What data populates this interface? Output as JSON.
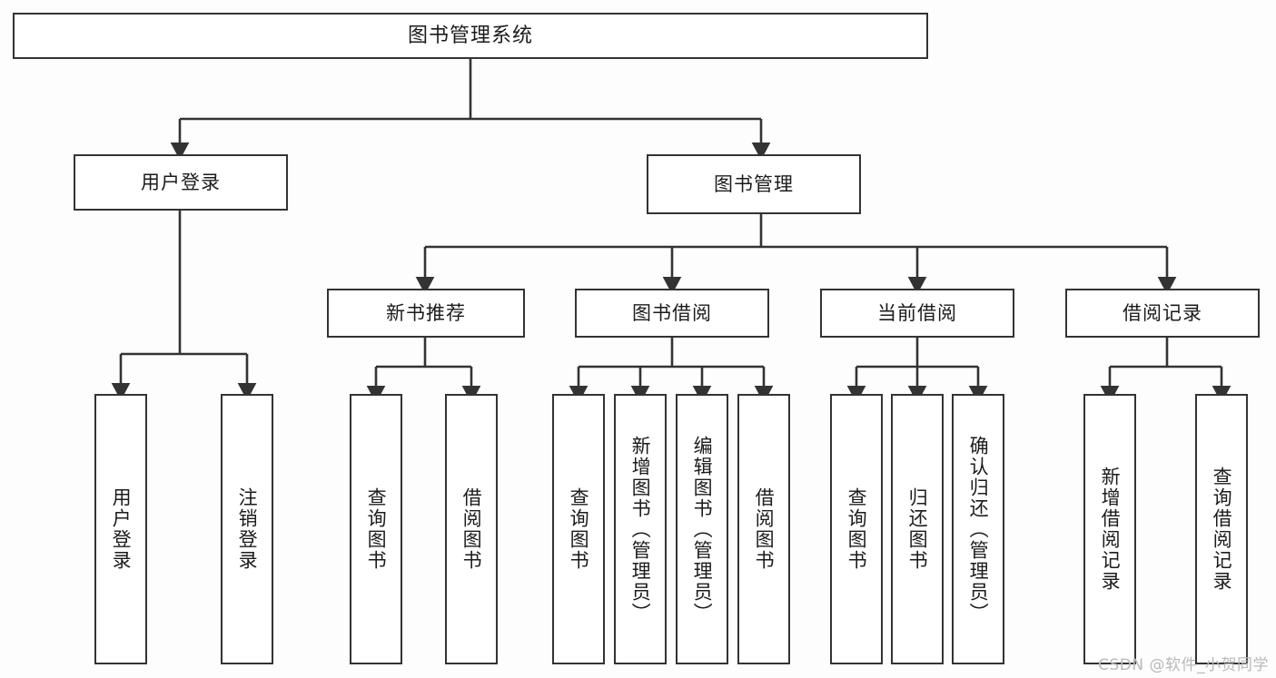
{
  "diagram": {
    "type": "tree",
    "title": "图书管理系统",
    "orientation": "top-down",
    "colors": {
      "background": "#fdfdfd",
      "node_fill": "#ffffff",
      "stroke": "#333333",
      "text": "#1b1b1b",
      "watermark": "#b9b9b9"
    },
    "nodes": {
      "root": {
        "label": "图书管理系统"
      },
      "level1": [
        {
          "id": "user-login",
          "label": "用户登录"
        },
        {
          "id": "book-management",
          "label": "图书管理"
        }
      ],
      "level2": [
        {
          "id": "new-book-recommend",
          "label": "新书推荐"
        },
        {
          "id": "book-borrow",
          "label": "图书借阅"
        },
        {
          "id": "current-borrow",
          "label": "当前借阅"
        },
        {
          "id": "borrow-record",
          "label": "借阅记录"
        }
      ],
      "leaves": {
        "user_login": [
          {
            "id": "leaf-user-login",
            "label": "用户登录"
          },
          {
            "id": "leaf-logout-login",
            "label": "注销登录"
          }
        ],
        "new_book_recommend": [
          {
            "id": "leaf-query-book-1",
            "label": "查询图书"
          },
          {
            "id": "leaf-borrow-book-1",
            "label": "借阅图书"
          }
        ],
        "book_borrow": [
          {
            "id": "leaf-query-book-2",
            "label": "查询图书"
          },
          {
            "id": "leaf-add-book",
            "label": "新增图书（管理员）"
          },
          {
            "id": "leaf-edit-book",
            "label": "编辑图书（管理员）"
          },
          {
            "id": "leaf-borrow-book-2",
            "label": "借阅图书"
          }
        ],
        "current_borrow": [
          {
            "id": "leaf-query-book-3",
            "label": "查询图书"
          },
          {
            "id": "leaf-return-book",
            "label": "归还图书"
          },
          {
            "id": "leaf-confirm-return",
            "label": "确认归还（管理员）"
          }
        ],
        "borrow_record": [
          {
            "id": "leaf-add-borrow-record",
            "label": "新增借阅记录"
          },
          {
            "id": "leaf-query-borrow-record",
            "label": "查询借阅记录"
          }
        ]
      }
    },
    "edges": [
      {
        "from": "图书管理系统",
        "to": "用户登录"
      },
      {
        "from": "图书管理系统",
        "to": "图书管理"
      },
      {
        "from": "用户登录",
        "to": "用户登录"
      },
      {
        "from": "用户登录",
        "to": "注销登录"
      },
      {
        "from": "图书管理",
        "to": "新书推荐"
      },
      {
        "from": "图书管理",
        "to": "图书借阅"
      },
      {
        "from": "图书管理",
        "to": "当前借阅"
      },
      {
        "from": "图书管理",
        "to": "借阅记录"
      },
      {
        "from": "新书推荐",
        "to": "查询图书"
      },
      {
        "from": "新书推荐",
        "to": "借阅图书"
      },
      {
        "from": "图书借阅",
        "to": "查询图书"
      },
      {
        "from": "图书借阅",
        "to": "新增图书（管理员）"
      },
      {
        "from": "图书借阅",
        "to": "编辑图书（管理员）"
      },
      {
        "from": "图书借阅",
        "to": "借阅图书"
      },
      {
        "from": "当前借阅",
        "to": "查询图书"
      },
      {
        "from": "当前借阅",
        "to": "归还图书"
      },
      {
        "from": "当前借阅",
        "to": "确认归还（管理员）"
      },
      {
        "from": "借阅记录",
        "to": "新增借阅记录"
      },
      {
        "from": "借阅记录",
        "to": "查询借阅记录"
      }
    ]
  },
  "watermark": {
    "text": "CSDN @软件_小贺同学"
  }
}
